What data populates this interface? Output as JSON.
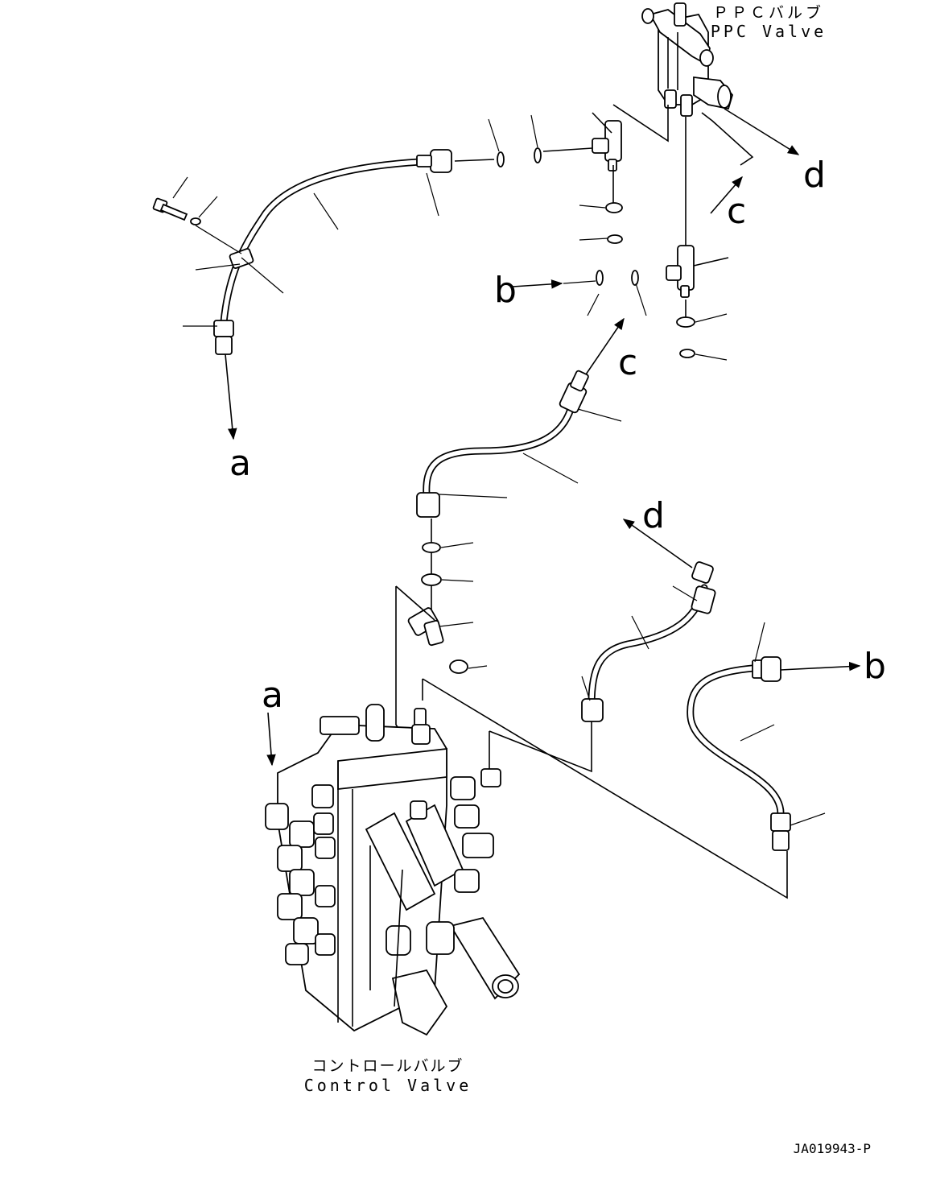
{
  "labels": {
    "ppc_jp": "ＰＰＣバルブ",
    "ppc_en": "PPC Valve",
    "cv_jp": "コントロールバルブ",
    "cv_en": "Control Valve",
    "code": "JA019943-P"
  },
  "refs": {
    "a": "a",
    "b": "b",
    "c": "c",
    "d": "d"
  }
}
